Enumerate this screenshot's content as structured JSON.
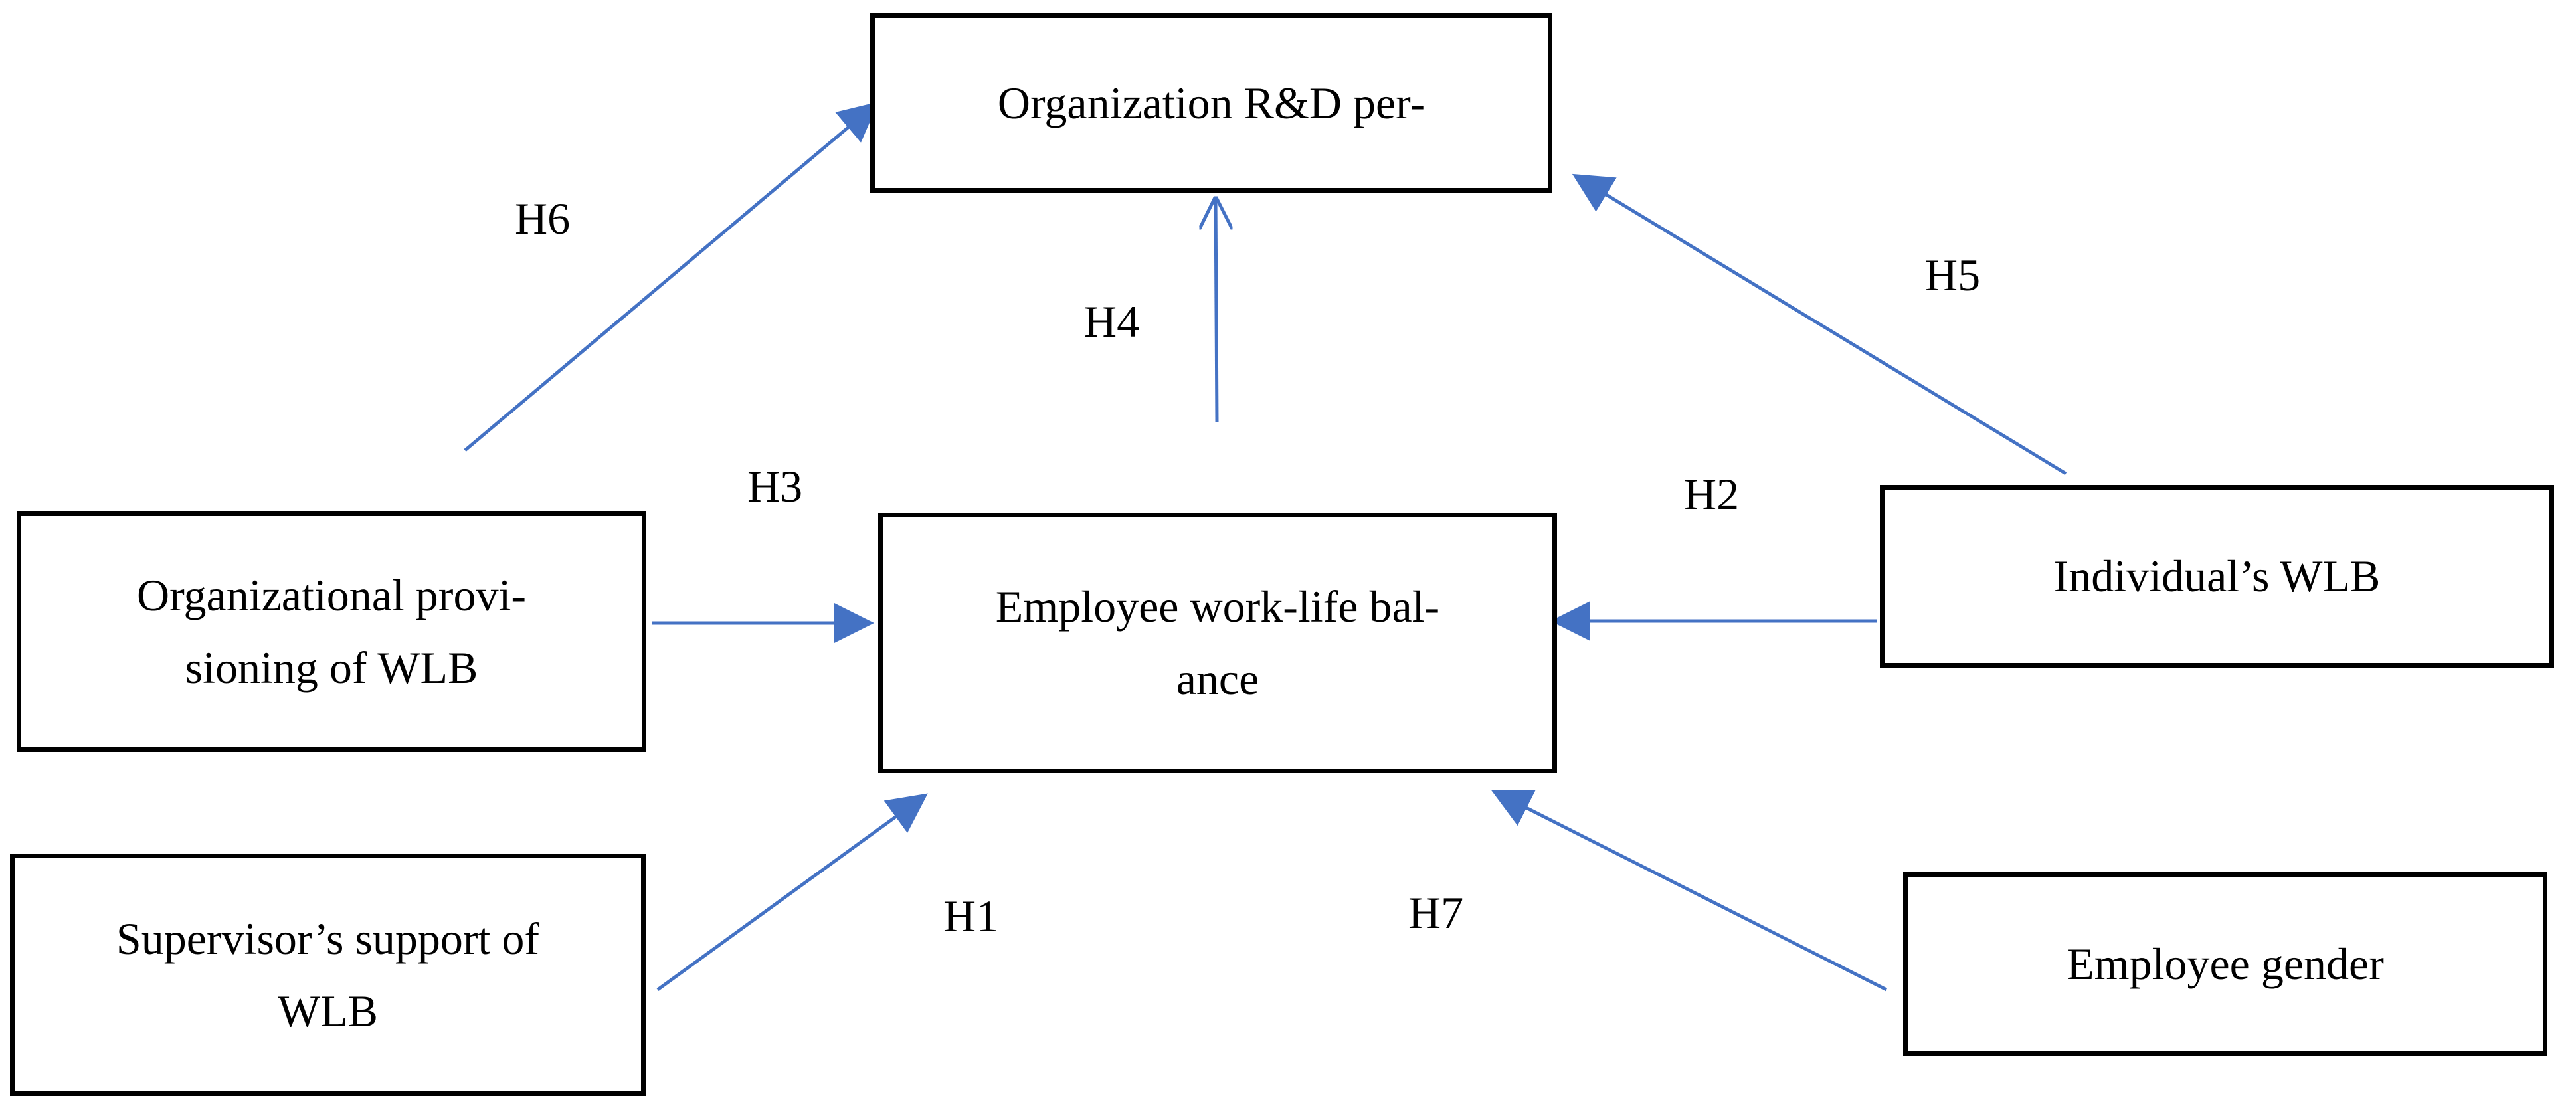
{
  "nodes": {
    "rd_performance": {
      "lines": [
        "Organization R&D per-"
      ]
    },
    "employee_wlb": {
      "lines": [
        "Employee work-life bal-",
        "ance"
      ]
    },
    "org_provisioning": {
      "lines": [
        "Organizational provi-",
        "sioning of WLB"
      ]
    },
    "individual_wlb": {
      "lines": [
        "Individual’s WLB"
      ]
    },
    "supervisor_support": {
      "lines": [
        "Supervisor’s support of",
        "WLB"
      ]
    },
    "employee_gender": {
      "lines": [
        "Employee gender"
      ]
    }
  },
  "hypotheses": {
    "h1": "H1",
    "h2": "H2",
    "h3": "H3",
    "h4": "H4",
    "h5": "H5",
    "h6": "H6",
    "h7": "H7"
  },
  "colors": {
    "arrow": "#4472C4",
    "box_border": "#000000",
    "text": "#000000"
  }
}
